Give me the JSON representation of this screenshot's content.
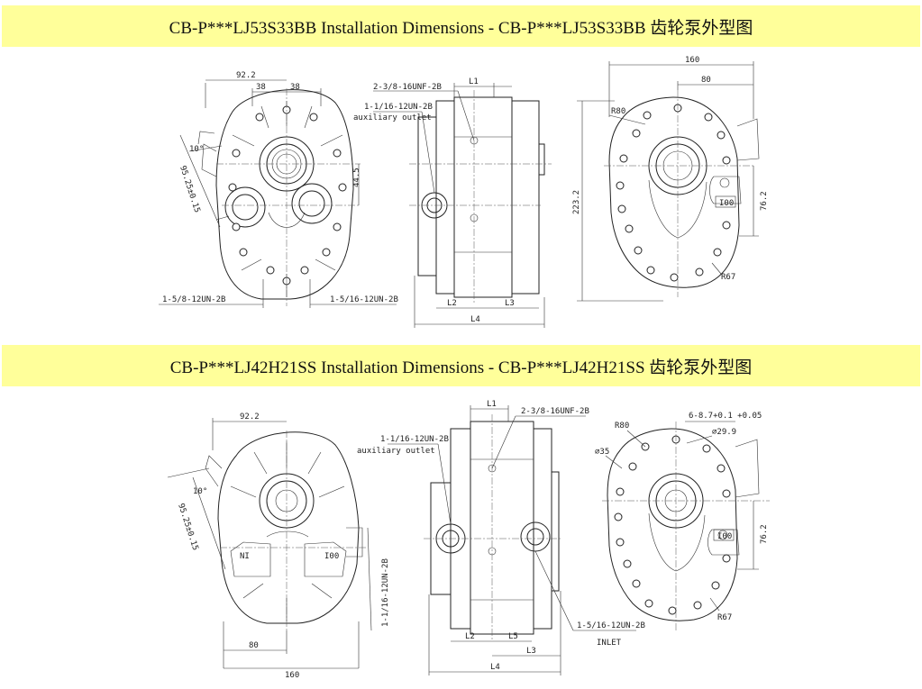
{
  "colors": {
    "banner": "#ffff9a",
    "line": "#222222",
    "background": "#ffffff"
  },
  "section1": {
    "title": "CB-P***LJ53S33BB Installation Dimensions - CB-P***LJ53S33BB 齿轮泵外型图",
    "front": {
      "d_92_2": "92.2",
      "d_38a": "38",
      "d_38b": "38",
      "d_10deg": "10°",
      "d_95_25": "95.25±0.15",
      "d_44_5": "44.5",
      "port_left": "1-5/8-12UN-2B",
      "port_right": "1-5/16-12UN-2B"
    },
    "side": {
      "thread_top": "2-3/8-16UNF-2B",
      "aux_thread": "1-1/16-12UN-2B",
      "aux_label": "auxiliary outlet",
      "L1": "L1",
      "L2": "L2",
      "L3": "L3",
      "L4": "L4"
    },
    "rear": {
      "d_160": "160",
      "d_80": "80",
      "R80": "R80",
      "d_223_2": "223.2",
      "d_76_2": "76.2",
      "R67": "R67",
      "tag": "I00"
    }
  },
  "section2": {
    "title": "CB-P***LJ42H21SS Installation Dimensions - CB-P***LJ42H21SS 齿轮泵外型图",
    "front": {
      "d_92_2": "92.2",
      "d_10deg": "10°",
      "d_95_25": "95.25±0.15",
      "tag_left": "NI",
      "tag_right": "I00",
      "port": "1-1/16-12UN-2B",
      "d_80": "80",
      "d_160": "160"
    },
    "side": {
      "aux_thread": "1-1/16-12UN-2B",
      "aux_label": "auxiliary outlet",
      "thread_top": "2-3/8-16UNF-2B",
      "inlet_thread": "1-5/16-12UN-2B",
      "inlet_label": "INLET",
      "L1": "L1",
      "L2": "L2",
      "L3": "L3",
      "L4": "L4",
      "L5": "L5"
    },
    "rear": {
      "keyway": "6-8.7+0.1 +0.05",
      "R80": "R80",
      "d_phi29_9": "⌀29.9",
      "d_phi35": "⌀35",
      "d_76_2": "76.2",
      "R67": "R67",
      "tag": "I00"
    }
  }
}
